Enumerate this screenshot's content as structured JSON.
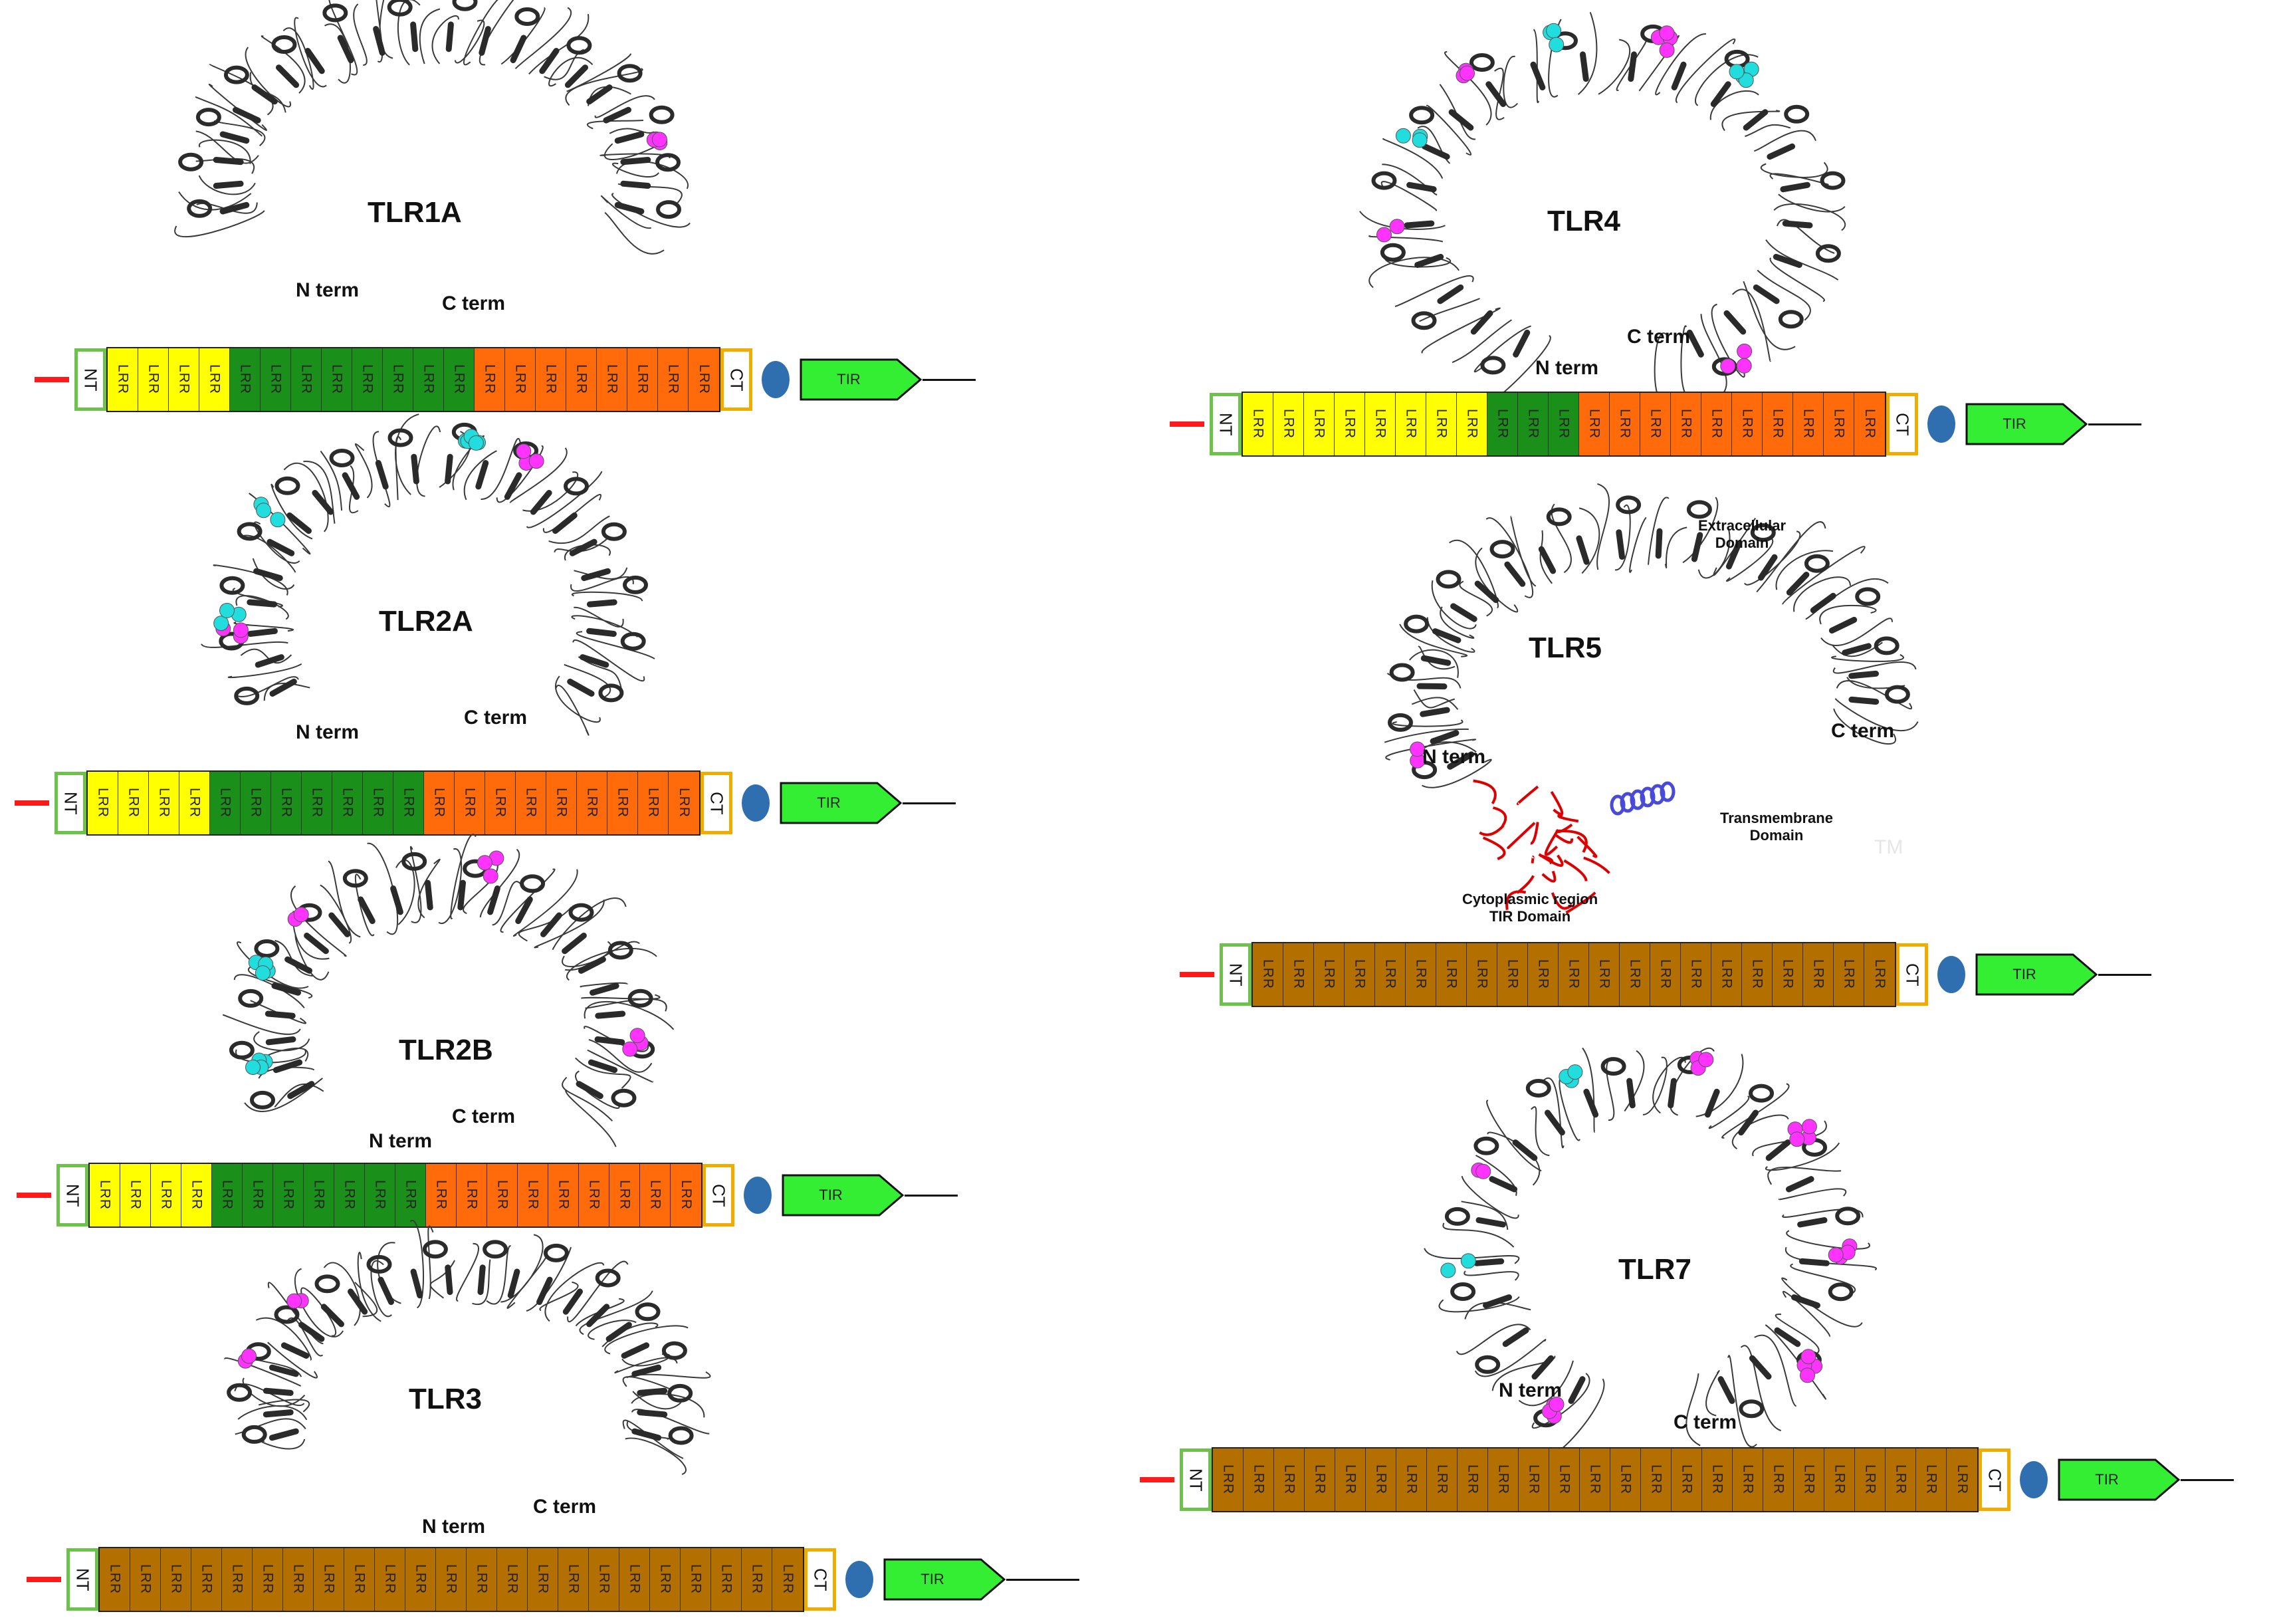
{
  "labels": {
    "lrr": "LRR",
    "nt": "NT",
    "ct": "CT",
    "tir": "TIR",
    "n_term": "N term",
    "c_term": "C term"
  },
  "colors": {
    "yellow": "#ffff00",
    "green": "#1a8f1a",
    "orange": "#ff6a0a",
    "brown": "#b36f00",
    "tir_fill": "#33ee33",
    "tm": "#2f6fb0",
    "signal": "#ff1a1a",
    "nt_border": "#6cc24a",
    "ct_border": "#f0ad00",
    "magenta": "#ff33ff",
    "cyan": "#22dddd"
  },
  "panels": [
    {
      "id": "tlr1a",
      "title": "TLR1A",
      "segments": {
        "yellow": 4,
        "green": 8,
        "orange": 8,
        "brown": 0
      }
    },
    {
      "id": "tlr2a",
      "title": "TLR2A",
      "segments": {
        "yellow": 4,
        "green": 7,
        "orange": 9,
        "brown": 0
      }
    },
    {
      "id": "tlr2b",
      "title": "TLR2B",
      "segments": {
        "yellow": 4,
        "green": 7,
        "orange": 9,
        "brown": 0
      }
    },
    {
      "id": "tlr3",
      "title": "TLR3",
      "segments": {
        "yellow": 0,
        "green": 0,
        "orange": 0,
        "brown": 23
      }
    },
    {
      "id": "tlr4",
      "title": "TLR4",
      "segments": {
        "yellow": 8,
        "green": 3,
        "orange": 10,
        "brown": 0
      }
    },
    {
      "id": "tlr5",
      "title": "TLR5",
      "segments": {
        "yellow": 0,
        "green": 0,
        "orange": 0,
        "brown": 21
      },
      "annotations": {
        "extracellular": "Extracellular\nDomain",
        "transmembrane": "Transmembrane\nDomain",
        "tm": "TM",
        "cytoplasmic": "Cytoplasmic region\nTIR Domain"
      }
    },
    {
      "id": "tlr7",
      "title": "TLR7",
      "segments": {
        "yellow": 0,
        "green": 0,
        "orange": 0,
        "brown": 25
      }
    }
  ]
}
